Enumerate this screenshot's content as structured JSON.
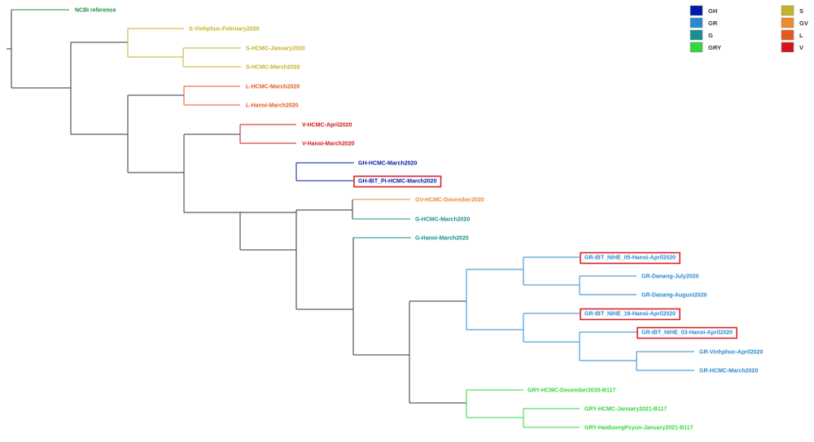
{
  "clades": [
    {
      "id": "GH",
      "color": "#0019a8"
    },
    {
      "id": "GR",
      "color": "#2a8ad0"
    },
    {
      "id": "G",
      "color": "#14918f"
    },
    {
      "id": "GRY",
      "color": "#33d63c"
    },
    {
      "id": "S",
      "color": "#c6b12a"
    },
    {
      "id": "GV",
      "color": "#ee8a2e"
    },
    {
      "id": "L",
      "color": "#e3591f"
    },
    {
      "id": "V",
      "color": "#d2161b"
    },
    {
      "id": "ref",
      "color": "#1a8e3a"
    }
  ],
  "branch_color": "#333333",
  "highlight_color": "#d8232a",
  "legend": {
    "left_column": [
      "GH",
      "GR",
      "G",
      "GRY"
    ],
    "right_column": [
      "S",
      "GV",
      "L",
      "V"
    ]
  },
  "tree": {
    "leaves": [
      {
        "label": "NCBI reference",
        "clade": "ref",
        "highlighted": false
      },
      {
        "label": "S-Vinhphuc-February2020",
        "clade": "S",
        "highlighted": false
      },
      {
        "label": "S-HCMC-January2020",
        "clade": "S",
        "highlighted": false
      },
      {
        "label": "S-HCMC-March2020",
        "clade": "S",
        "highlighted": false
      },
      {
        "label": "L-HCMC-March2020",
        "clade": "L",
        "highlighted": false
      },
      {
        "label": "L-Hanoi-March2020",
        "clade": "L",
        "highlighted": false
      },
      {
        "label": "V-HCMC-April2020",
        "clade": "V",
        "highlighted": false
      },
      {
        "label": "V-Hanoi-March2020",
        "clade": "V",
        "highlighted": false
      },
      {
        "label": "GH-HCMC-March2020",
        "clade": "GH",
        "highlighted": false
      },
      {
        "label": "GH-IBT_PI-HCMC-March2020",
        "clade": "GH",
        "highlighted": true
      },
      {
        "label": "GV-HCMC-December2020",
        "clade": "GV",
        "highlighted": false
      },
      {
        "label": "G-HCMC-March2020",
        "clade": "G",
        "highlighted": false
      },
      {
        "label": "G-Hanoi-March2020",
        "clade": "G",
        "highlighted": false
      },
      {
        "label": "GR-IBT_NIHE_05-Hanoi-April2020",
        "clade": "GR",
        "highlighted": true
      },
      {
        "label": "GR-Danang-July2020",
        "clade": "GR",
        "highlighted": false
      },
      {
        "label": "GR-Danang-August2020",
        "clade": "GR",
        "highlighted": false
      },
      {
        "label": "GR-IBT_NIHE_16-Hanoi-April2020",
        "clade": "GR",
        "highlighted": true
      },
      {
        "label": "GR-IBT_NIHE_03-Hanoi-April2020",
        "clade": "GR",
        "highlighted": true
      },
      {
        "label": "GR-Vinhphuc-April2020",
        "clade": "GR",
        "highlighted": false
      },
      {
        "label": "GR-HCMC-March2020",
        "clade": "GR",
        "highlighted": false
      },
      {
        "label": "GRY-HCMC-December2020-B117",
        "clade": "GRY",
        "highlighted": false
      },
      {
        "label": "GRY-HCMC-January2021-B117",
        "clade": "GRY",
        "highlighted": false
      },
      {
        "label": "GRY-HaiduongPxyun-January2021-B117",
        "clade": "GRY",
        "highlighted": false
      }
    ]
  }
}
